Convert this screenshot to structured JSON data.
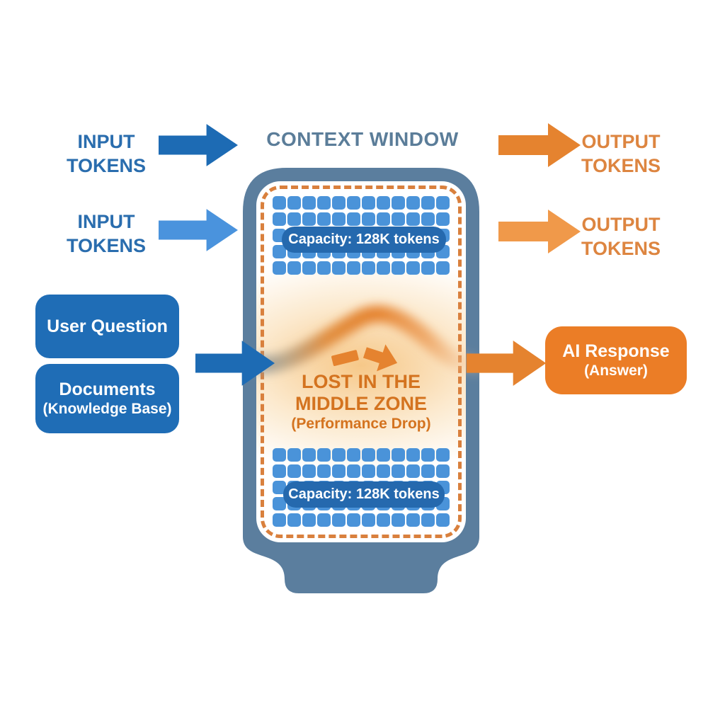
{
  "title": "CONTEXT WINDOW",
  "inputs": {
    "label1": "INPUT\nTOKENS",
    "label2": "INPUT\nTOKENS",
    "user_question": "User Question",
    "documents_title": "Documents",
    "documents_subtitle": "(Knowledge Base)"
  },
  "outputs": {
    "label1": "OUTPUT\nTOKENS",
    "label2": "OUTPUT\nTOKENS",
    "ai_response_title": "AI Response",
    "ai_response_subtitle": "(Answer)"
  },
  "context_window": {
    "capacity_top": "Capacity: 128K tokens",
    "capacity_bottom": "Capacity: 128K tokens",
    "middle_zone_line1": "LOST IN THE",
    "middle_zone_line2": "MIDDLE ZONE",
    "middle_zone_line3": "(Performance Drop)",
    "token_grid": {
      "rows": 5,
      "cols": 12
    }
  },
  "colors": {
    "title_slate": "#5b7d99",
    "input_blue_text": "#2a6dae",
    "output_orange_text": "#dd8540",
    "card_blue": "#1f6db6",
    "card_orange": "#eb7d26",
    "arrow_blue_dark": "#1d6bb4",
    "arrow_blue_light": "#4a93dd",
    "arrow_orange_dark": "#e5832f",
    "arrow_orange_light": "#f0994a",
    "phone_body": "#5b7e9e",
    "token_blue": "#4a93d9",
    "badge_blue": "#2569ae",
    "dash_orange": "#d9803d",
    "mz_orange": "#d4731f"
  }
}
